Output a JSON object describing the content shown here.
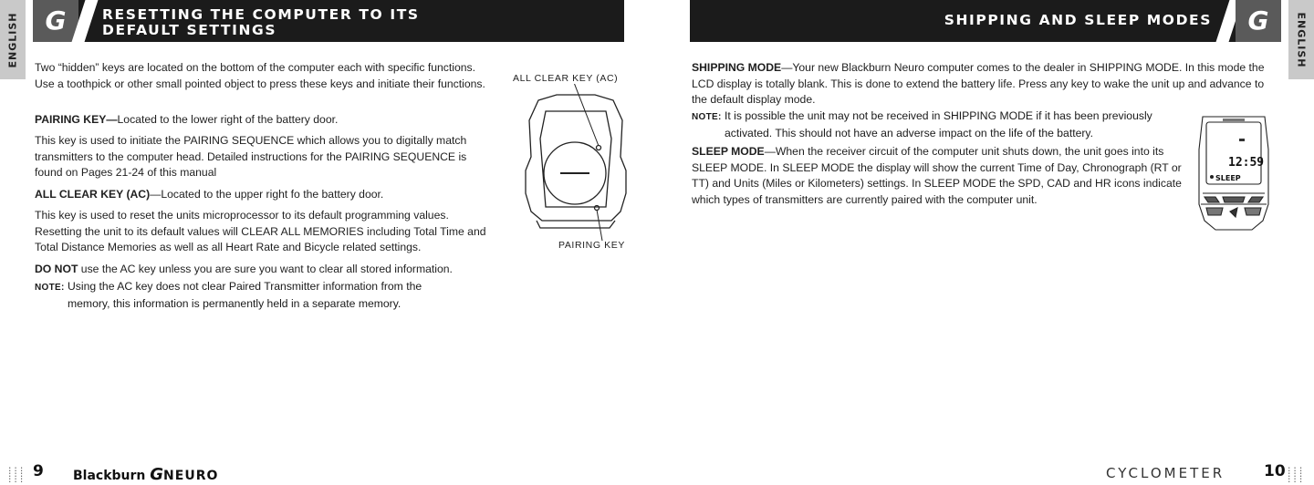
{
  "side_tab": "ENGLISH",
  "left": {
    "title_line1": "RESETTING THE COMPUTER TO ITS",
    "title_line2": "DEFAULT SETTINGS",
    "intro": "Two “hidden” keys are located on the bottom of the computer each with specific functions.  Use a toothpick or other small pointed object to press these keys and initiate their functions.",
    "pairing_heading": "PAIRING KEY—",
    "pairing_location": "Located to the lower right of the battery door.",
    "pairing_body": "This key is used to initiate the PAIRING SEQUENCE which allows you to digitally match transmitters to the computer head.  Detailed instructions for the PAIRING SEQUENCE is found on Pages 21-24 of this manual",
    "ac_heading": "ALL CLEAR KEY (AC)",
    "ac_location": "—Located to the upper right fo the battery door.",
    "ac_body": "This key is used to reset the units microprocessor to its default programming values. Resetting the unit to its default values will CLEAR ALL MEMORIES including Total Time and Total Distance Memories as well as all Heart Rate and Bicycle related settings.",
    "donot_heading": "DO NOT",
    "donot_body": " use the AC key unless you are sure you want to clear all stored information.",
    "note_label": "NOTE:",
    "note_line1": "Using the AC key does not clear Paired Transmitter information from the",
    "note_line2": "memory, this information is permanently held in a separate memory.",
    "diagram_label_ac": "ALL CLEAR KEY (AC)",
    "diagram_label_pairing": "PAIRING KEY",
    "page_number": "9",
    "brand": "Blackburn",
    "brand_product": "NEURO"
  },
  "right": {
    "title": "SHIPPING AND SLEEP MODES",
    "shipping_heading": "SHIPPING MODE",
    "shipping_body": "—Your new Blackburn Neuro computer comes to the dealer in SHIPPING MODE. In this mode the LCD display is totally blank. This is done to extend the battery life. Press any key to wake the unit up and advance to the default display mode.",
    "note_label": "NOTE:",
    "note_line1": "It is possible the unit may not be received in SHIPPING MODE if it has been previously",
    "note_line2": "activated. This should not have an adverse impact on the life of the battery.",
    "sleep_heading": "SLEEP MODE",
    "sleep_body": "—When the receiver circuit of the computer unit shuts down, the unit goes into its SLEEP MODE. In SLEEP MODE the display will show the current Time of Day, Chronograph (RT or TT) and Units (Miles or Kilometers) settings. In SLEEP MODE the SPD, CAD and HR icons indicate which types of  transmitters are currently paired with the computer unit.",
    "lcd_time": "12:59",
    "lcd_mode": "SLEEP",
    "footer_word": "CYCLOMETER",
    "page_number": "10"
  }
}
